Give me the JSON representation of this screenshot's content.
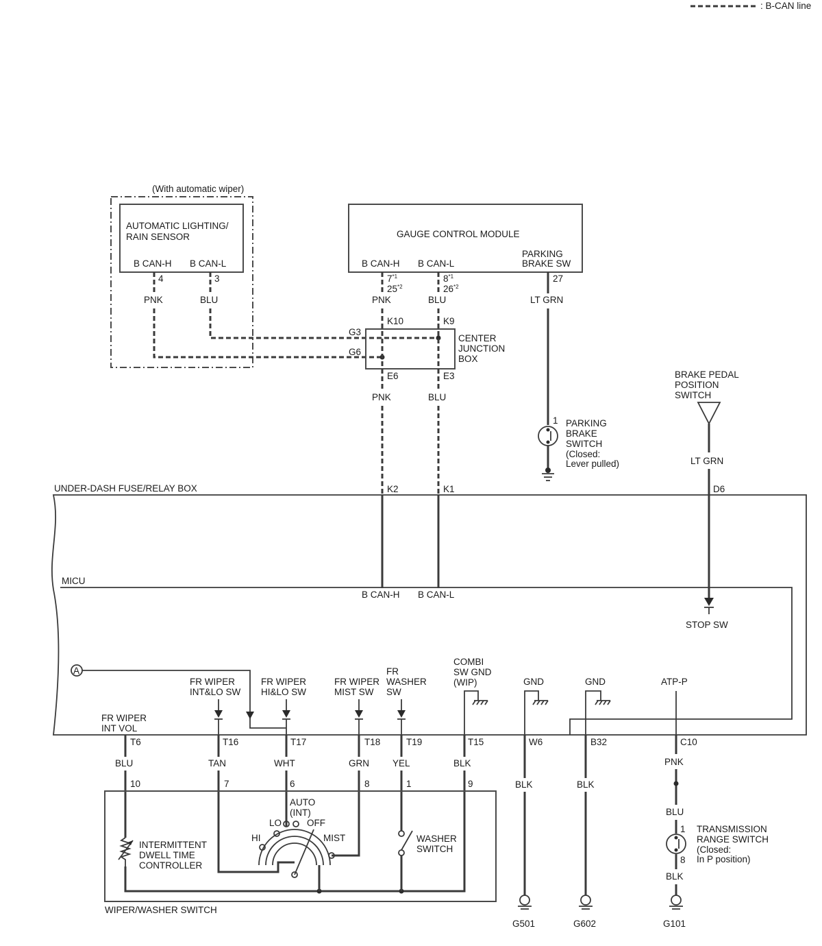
{
  "legend": {
    "bcan_line": ": B-CAN line"
  },
  "rain_sensor": {
    "note": "(With automatic wiper)",
    "title1": "AUTOMATIC LIGHTING/",
    "title2": "RAIN SENSOR",
    "pin_h_name": "B CAN-H",
    "pin_l_name": "B CAN-L",
    "pin_h_num": "4",
    "pin_l_num": "3",
    "wire_h": "PNK",
    "wire_l": "BLU"
  },
  "gauge": {
    "title": "GAUGE CONTROL MODULE",
    "pin_h_name": "B CAN-H",
    "pin_l_name": "B CAN-L",
    "pb_name1": "PARKING",
    "pb_name2": "BRAKE SW",
    "pin_h_a": "7",
    "pin_h_a_sup": "*1",
    "pin_h_b": "25",
    "pin_h_b_sup": "*2",
    "pin_l_a": "8",
    "pin_l_a_sup": "*1",
    "pin_l_b": "26",
    "pin_l_b_sup": "*2",
    "pb_pin": "27",
    "wire_h": "PNK",
    "wire_l": "BLU",
    "wire_pb": "LT GRN"
  },
  "junction": {
    "name1": "CENTER",
    "name2": "JUNCTION",
    "name3": "BOX",
    "k10": "K10",
    "k9": "K9",
    "g3": "G3",
    "g6": "G6",
    "e6": "E6",
    "e3": "E3",
    "wire_h": "PNK",
    "wire_l": "BLU"
  },
  "parking_switch": {
    "pin": "1",
    "l1": "PARKING",
    "l2": "BRAKE",
    "l3": "SWITCH",
    "l4": "(Closed:",
    "l5": "Lever pulled)"
  },
  "brake_pedal": {
    "l1": "BRAKE PEDAL",
    "l2": "POSITION",
    "l3": "SWITCH",
    "wire": "LT GRN",
    "pin": "D6"
  },
  "underdash": {
    "name": "UNDER-DASH FUSE/RELAY BOX",
    "k2": "K2",
    "k1": "K1"
  },
  "micu": {
    "name": "MICU",
    "bcan_h": "B CAN-H",
    "bcan_l": "B CAN-L",
    "stop_sw": "STOP SW",
    "ref_a": "A"
  },
  "micu_pins": {
    "int_vol1": "FR WIPER",
    "int_vol2": "INT VOL",
    "intlo1": "FR WIPER",
    "intlo2": "INT&LO SW",
    "hilo1": "FR WIPER",
    "hilo2": "HI&LO SW",
    "mist1": "FR WIPER",
    "mist2": "MIST SW",
    "wash1": "FR",
    "wash2": "WASHER",
    "wash3": "SW",
    "combi1": "COMBI",
    "combi2": "SW GND",
    "combi3": "(WIP)",
    "gnd1": "GND",
    "gnd2": "GND",
    "atp": "ATP-P"
  },
  "terminals": {
    "t6": "T6",
    "t16": "T16",
    "t17": "T17",
    "t18": "T18",
    "t19": "T19",
    "t15": "T15",
    "w6": "W6",
    "b32": "B32",
    "c10": "C10"
  },
  "wire_colors": {
    "t6": "BLU",
    "t16": "TAN",
    "t17": "WHT",
    "t18": "GRN",
    "t19": "YEL",
    "t15": "BLK",
    "w6": "BLK",
    "b32": "BLK",
    "c10_top": "PNK",
    "c10_mid": "BLU",
    "c10_bot": "BLK"
  },
  "wiper_switch": {
    "name": "WIPER/WASHER SWITCH",
    "p10": "10",
    "p7": "7",
    "p6": "6",
    "p8": "8",
    "p1": "1",
    "p9": "9",
    "ctrl1": "INTERMITTENT",
    "ctrl2": "DWELL TIME",
    "ctrl3": "CONTROLLER",
    "auto1": "AUTO",
    "auto2": "(INT)",
    "lo": "LO",
    "off": "OFF",
    "hi": "HI",
    "mist": "MIST",
    "washer1": "WASHER",
    "washer2": "SWITCH"
  },
  "trans_switch": {
    "p1": "1",
    "p8": "8",
    "l1": "TRANSMISSION",
    "l2": "RANGE SWITCH",
    "l3": "(Closed:",
    "l4": "In P position)"
  },
  "grounds": {
    "g501": "G501",
    "g602": "G602",
    "g101": "G101"
  }
}
